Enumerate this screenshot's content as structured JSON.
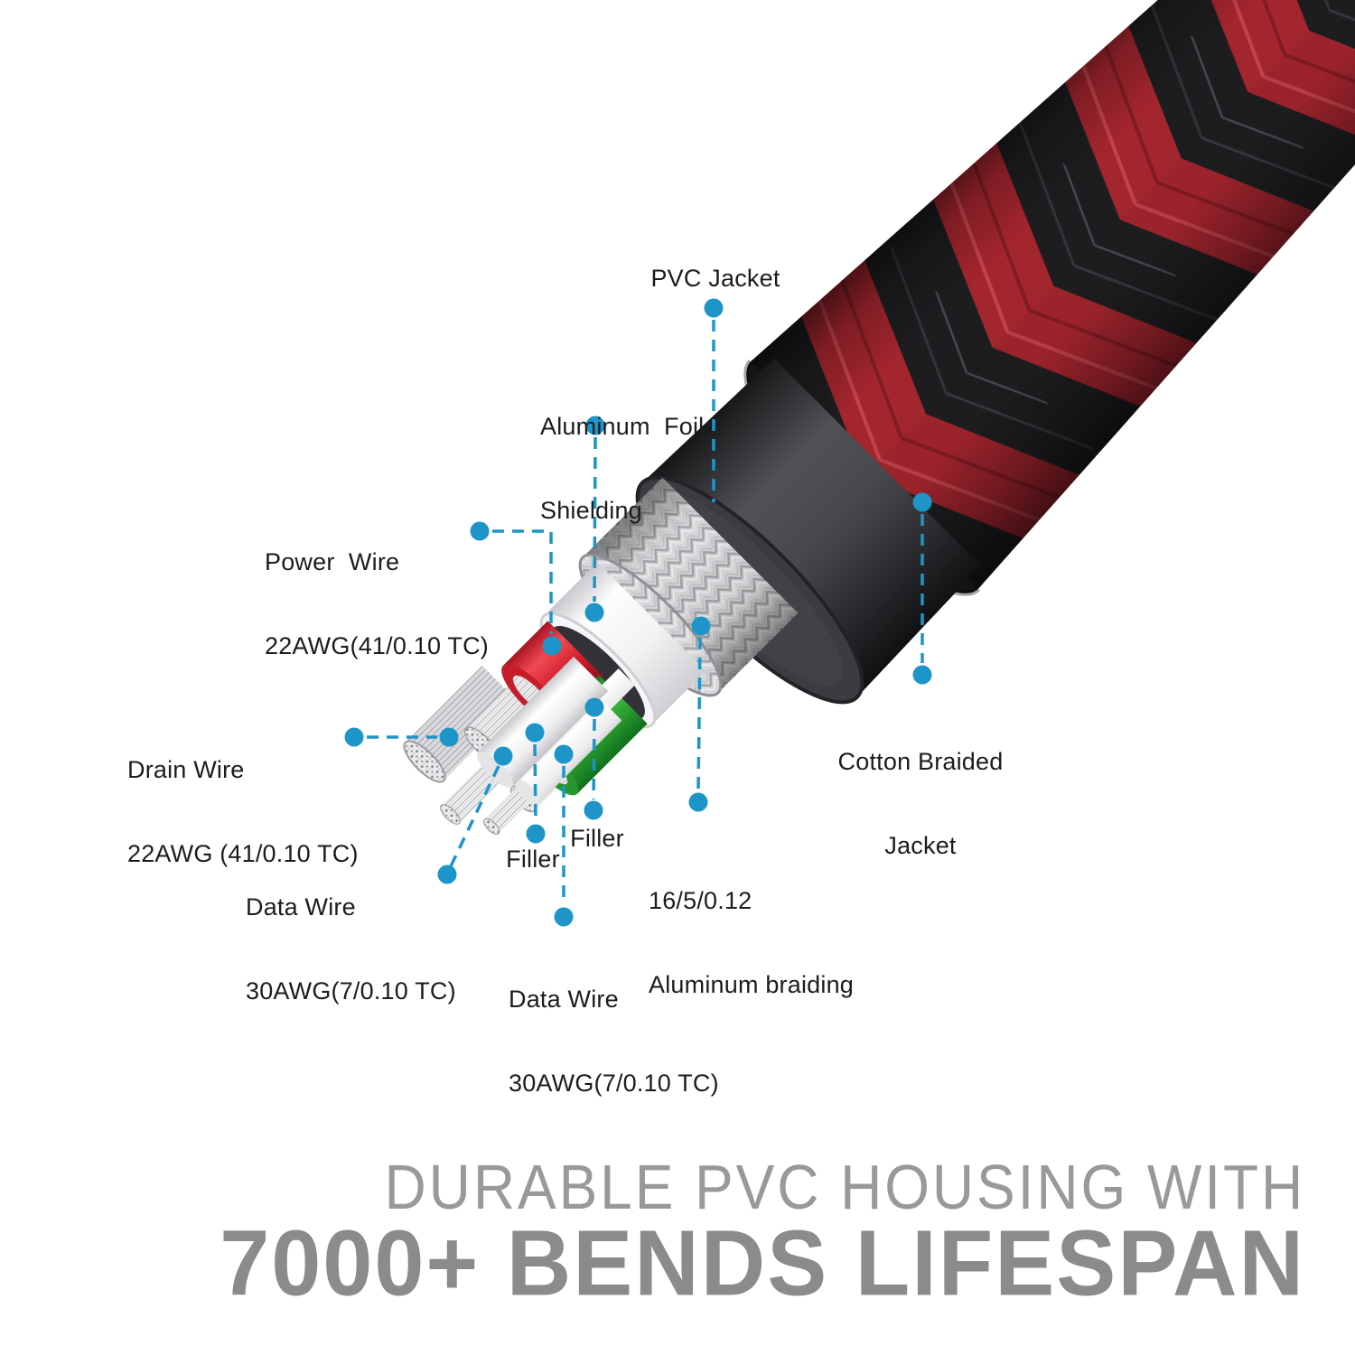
{
  "diagram_title_context": "cable cutaway infographic",
  "labels": {
    "pvc_jacket": {
      "text": "PVC Jacket"
    },
    "aluminum_foil": {
      "line1": "Aluminum  Foil",
      "line2": "Shielding"
    },
    "power_wire": {
      "line1": "Power  Wire",
      "line2": "22AWG(41/0.10 TC)"
    },
    "drain_wire": {
      "line1": "Drain Wire",
      "line2": "22AWG (41/0.10 TC)"
    },
    "data_wire_left": {
      "line1": "Data Wire",
      "line2": "30AWG(7/0.10 TC)"
    },
    "filler_left": {
      "text": "Filler"
    },
    "filler_right": {
      "text": "Filler"
    },
    "aluminum_braiding": {
      "line1": "16/5/0.12",
      "line2": "Aluminum braiding"
    },
    "cotton_braided": {
      "line1": "Cotton Braided",
      "line2": "Jacket"
    },
    "data_wire_bottom": {
      "line1": "Data Wire",
      "line2": "30AWG(7/0.10 TC)"
    }
  },
  "footer": {
    "line1": "DURABLE PVC HOUSING WITH",
    "line2": "7000+ BENDS LIFESPAN"
  },
  "colors": {
    "callout_accent": "#1d95c9",
    "braid_red": "#a3252e",
    "braid_black": "#1d1d20",
    "wire_red": "#d3202c",
    "wire_green": "#2c9e2f",
    "pvc_jacket": "#3c3c40",
    "footer_light_gray": "#98999b",
    "footer_dark_gray": "#8a8b8d",
    "label_text": "#1c1c1e"
  }
}
